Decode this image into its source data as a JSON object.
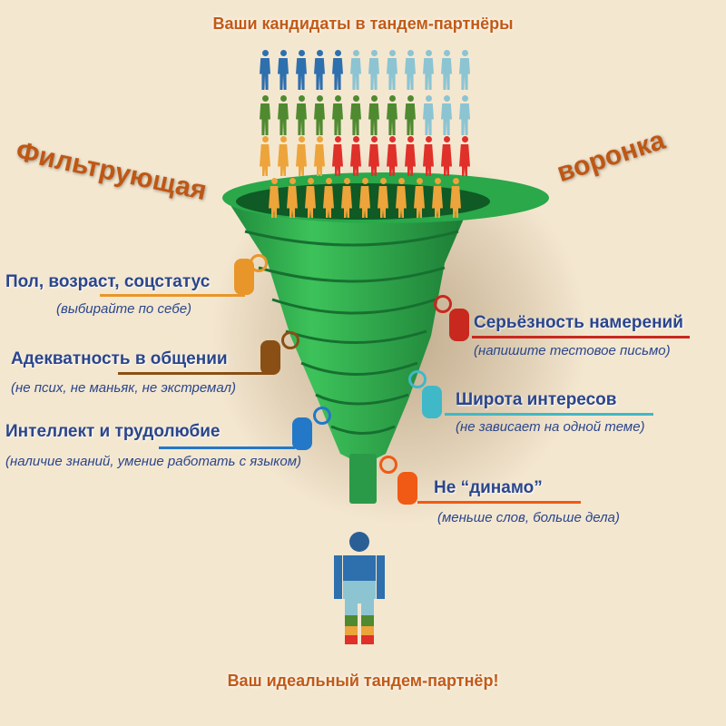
{
  "header": {
    "title": "Ваши кандидаты в тандем-партнёры"
  },
  "funnel": {
    "word_left": "Фильтрующая",
    "word_right": "воронка"
  },
  "filters": [
    {
      "label": "Пол, возраст, соцстатус",
      "note": "(выбирайте по себе)",
      "color": "#e8962a"
    },
    {
      "label": "Адекватность в общении",
      "note": "(не псих, не маньяк, не экстремал)",
      "color": "#8a4f14"
    },
    {
      "label": "Интеллект и трудолюбие",
      "note": "(наличие знаний, умение работать с языком)",
      "color": "#2378c8"
    },
    {
      "label": "Серьёзность намерений",
      "note": "(напишите тестовое письмо)",
      "color": "#c8281e"
    },
    {
      "label": "Широта интересов",
      "note": "(не зависает на одной теме)",
      "color": "#3fb8c8"
    },
    {
      "label": "Не “динамо”",
      "note": "(меньше слов, больше дела)",
      "color": "#f05a14"
    }
  ],
  "crowd": [
    {
      "groups": [
        {
          "count": 5,
          "color": "#2e6fae"
        },
        {
          "count": 7,
          "color": "#8cc4d2"
        }
      ]
    },
    {
      "groups": [
        {
          "count": 9,
          "color": "#4f8a30"
        },
        {
          "count": 3,
          "color": "#8cc4d2"
        }
      ]
    },
    {
      "groups": [
        {
          "count": 4,
          "color": "#eda43a",
          "female": true
        },
        {
          "count": 8,
          "color": "#e0302a",
          "female": true
        }
      ]
    },
    {
      "groups": [
        {
          "count": 11,
          "color": "#eda43a",
          "female": true
        }
      ]
    }
  ],
  "footer": {
    "title": "Ваш идеальный тандем-партнёр!"
  }
}
